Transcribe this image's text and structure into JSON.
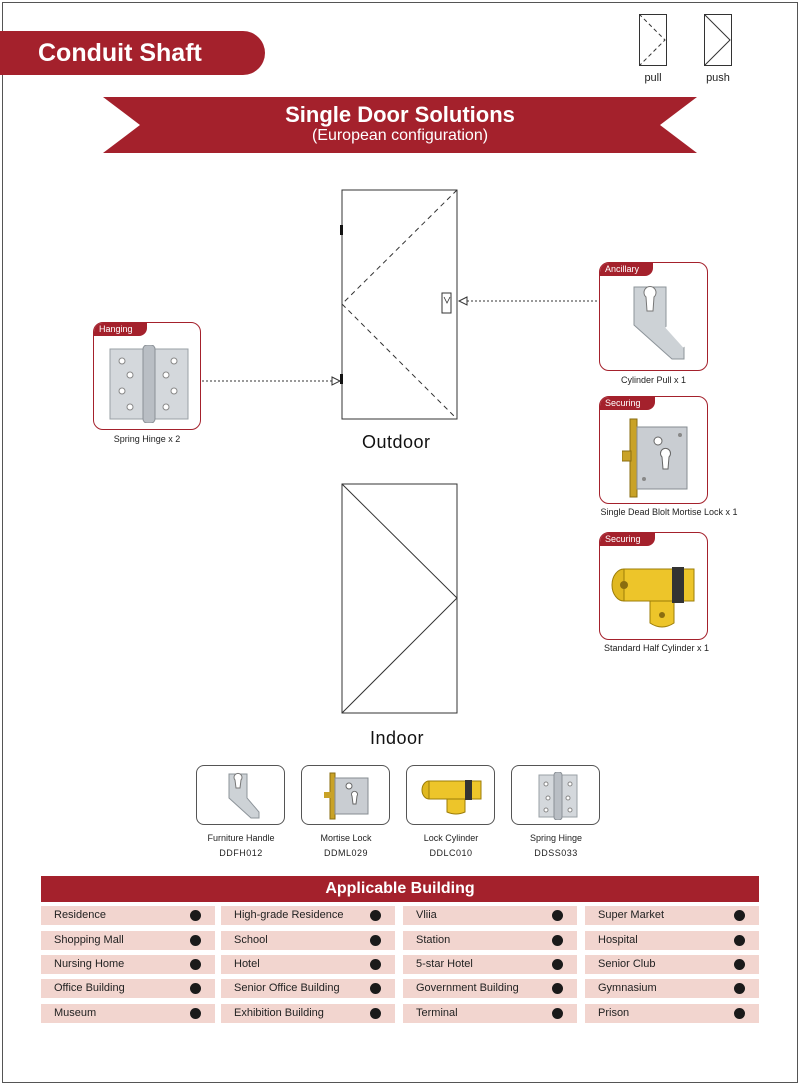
{
  "header": {
    "section_title": "Conduit Shaft"
  },
  "legend": {
    "pull_label": "pull",
    "push_label": "push"
  },
  "banner": {
    "title": "Single Door Solutions",
    "subtitle": "(European configuration)"
  },
  "doors": {
    "outdoor_label": "Outdoor",
    "indoor_label": "Indoor"
  },
  "cards": {
    "hanging": {
      "tag": "Hanging",
      "caption": "Spring Hinge x 2",
      "icon": "spring-hinge-icon"
    },
    "ancillary": {
      "tag": "Ancillary",
      "caption": "Cylinder Pull  x 1",
      "icon": "cylinder-pull-icon"
    },
    "securing_lock": {
      "tag": "Securing",
      "caption": "Single Dead Blolt Mortise Lock x 1",
      "icon": "mortise-lock-icon"
    },
    "securing_cylinder": {
      "tag": "Securing",
      "caption": "Standard Half Cylinder x 1",
      "icon": "half-cylinder-icon"
    }
  },
  "products": [
    {
      "name": "Furniture Handle",
      "code": "DDFH012",
      "icon": "furniture-handle-icon"
    },
    {
      "name": "Mortise Lock",
      "code": "DDML029",
      "icon": "mortise-lock-icon"
    },
    {
      "name": "Lock Cylinder",
      "code": "DDLC010",
      "icon": "lock-cylinder-icon"
    },
    {
      "name": "Spring Hinge",
      "code": "DDSS033",
      "icon": "spring-hinge-icon"
    }
  ],
  "applicable": {
    "title": "Applicable Building",
    "rows": [
      [
        "Residence",
        "High-grade Residence",
        "Vliia",
        "Super Market"
      ],
      [
        "Shopping Mall",
        "School",
        "Station",
        "Hospital"
      ],
      [
        "Nursing Home",
        "Hotel",
        "5-star Hotel",
        "Senior Club"
      ],
      [
        "Office Building",
        "Senior Office Building",
        "Government Building",
        "Gymnasium"
      ],
      [
        "Museum",
        "Exhibition Building",
        "Terminal",
        "Prison"
      ]
    ]
  },
  "colors": {
    "brand": "#a4212c",
    "cell_bg": "#f2d5cf",
    "brass": "#d9b21e",
    "steel": "#c8ccd0"
  }
}
